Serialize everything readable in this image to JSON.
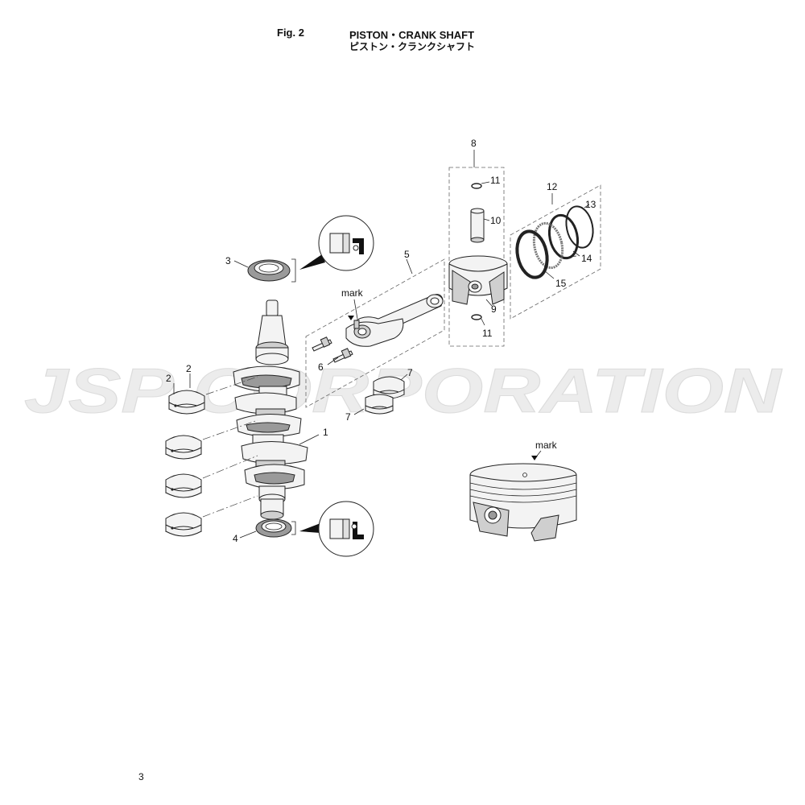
{
  "header": {
    "fig_label": "Fig. 2",
    "title_en": "PISTON・CRANK SHAFT",
    "title_jp": "ピストン・クランクシャフト"
  },
  "watermark": "JSP CORPORATION",
  "page_number": "3",
  "callouts": {
    "c1": "1",
    "c2a": "2",
    "c2b": "2",
    "c3": "3",
    "c4": "4",
    "c5": "5",
    "c6": "6",
    "c7a": "7",
    "c7b": "7",
    "c8": "8",
    "c9": "9",
    "c10": "10",
    "c11a": "11",
    "c11b": "11",
    "c12": "12",
    "c13": "13",
    "c14": "14",
    "c15": "15",
    "mark_rod": "mark",
    "mark_piston": "mark"
  }
}
